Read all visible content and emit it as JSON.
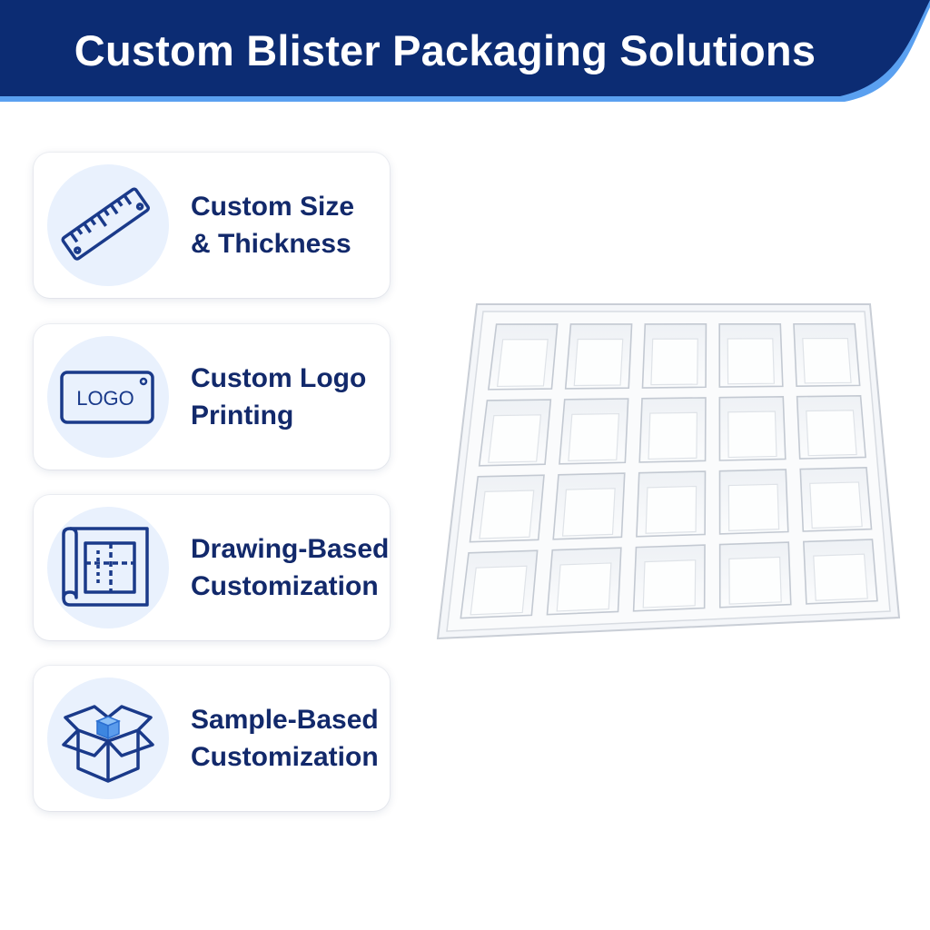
{
  "header": {
    "title": "Custom Blister Packaging Solutions",
    "colors": {
      "navy": "#0c2c73",
      "accent": "#5aa0f0"
    }
  },
  "features": [
    {
      "icon": "ruler-icon",
      "line1": "Custom Size",
      "line2": "& Thickness"
    },
    {
      "icon": "logo-tag-icon",
      "logo_text": "LOGO",
      "line1": "Custom Logo",
      "line2": "Printing"
    },
    {
      "icon": "blueprint-icon",
      "line1": "Drawing-Based",
      "line2": "Customization"
    },
    {
      "icon": "box-icon",
      "line1": "Sample-Based",
      "line2": "Customization"
    }
  ],
  "product": {
    "name": "blister-tray",
    "rows": 4,
    "columns": 5
  },
  "colors": {
    "text": "#12296b",
    "icon_stroke": "#1a3a8a",
    "icon_bg": "#e9f1fd",
    "cube": "#4a90e6"
  }
}
